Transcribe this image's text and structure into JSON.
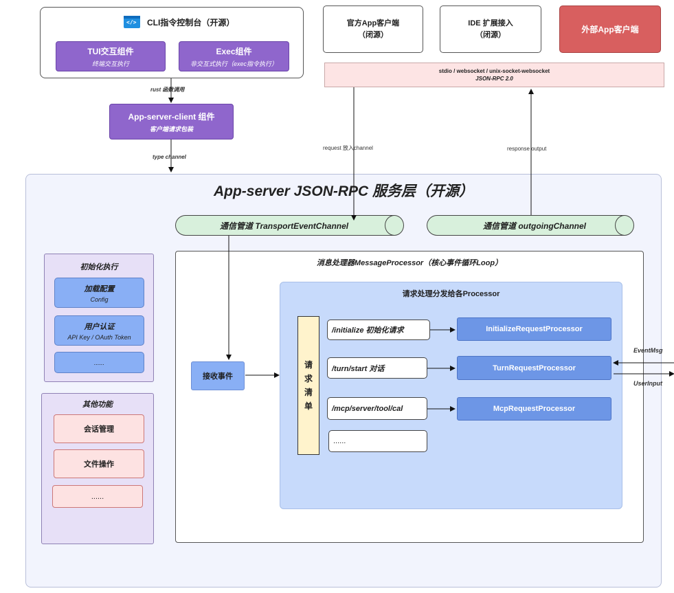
{
  "cli": {
    "title": "CLI指令控制台（开源）",
    "icon": "terminal-code-icon",
    "icon_glyph": "</>",
    "tui": {
      "label": "TUI交互组件",
      "sub": "终端交互执行"
    },
    "exec": {
      "label": "Exec组件",
      "sub": "非交互式执行（exec指令执行）"
    }
  },
  "edges": {
    "rust_call": "rust 函数调用",
    "type_channel": "type channel",
    "request_in": "request 放入channel",
    "response_out": "response output",
    "event_msg": "EventMsg",
    "user_input": "UserInput"
  },
  "app_client": {
    "label": "App-server-client 组件",
    "sub": "客户端请求包装"
  },
  "clients": {
    "official": [
      "官方App客户端",
      "（闭源）"
    ],
    "ide": [
      "IDE 扩展接入",
      "（闭源）"
    ],
    "external": "外部App客户端"
  },
  "stdio": {
    "line1": "stdio / websocket / unix-socket-websocket",
    "line2": "JSON-RPC 2.0"
  },
  "server": {
    "title": "App-server  JSON-RPC 服务层（开源）",
    "transport_pipe": "通信管道 TransportEventChannel",
    "outgoing_pipe": "通信管道 outgoingChannel"
  },
  "init_panel": {
    "title": "初始化执行",
    "cards": [
      {
        "main": "加载配置",
        "sub": "Config"
      },
      {
        "main": "用户认证",
        "sub": "API Key / OAuth Token"
      },
      {
        "main": "......",
        "sub": ""
      }
    ]
  },
  "other_panel": {
    "title": "其他功能",
    "cards": [
      "会话管理",
      "文件操作",
      "......"
    ]
  },
  "processor": {
    "title": "消息处理器MessageProcessor（核心事件循环Loop）",
    "dispatch_title": "请求处理分发给各Processor",
    "receive": "接收事件",
    "request_list": "请求清单",
    "routes": [
      "/initialize 初始化请求",
      "/turn/start 对话",
      "/mcp/server/tool/cal",
      "......"
    ],
    "processors": [
      "InitializeRequestProcessor",
      "TurnRequestProcessor",
      "McpRequestProcessor"
    ]
  }
}
